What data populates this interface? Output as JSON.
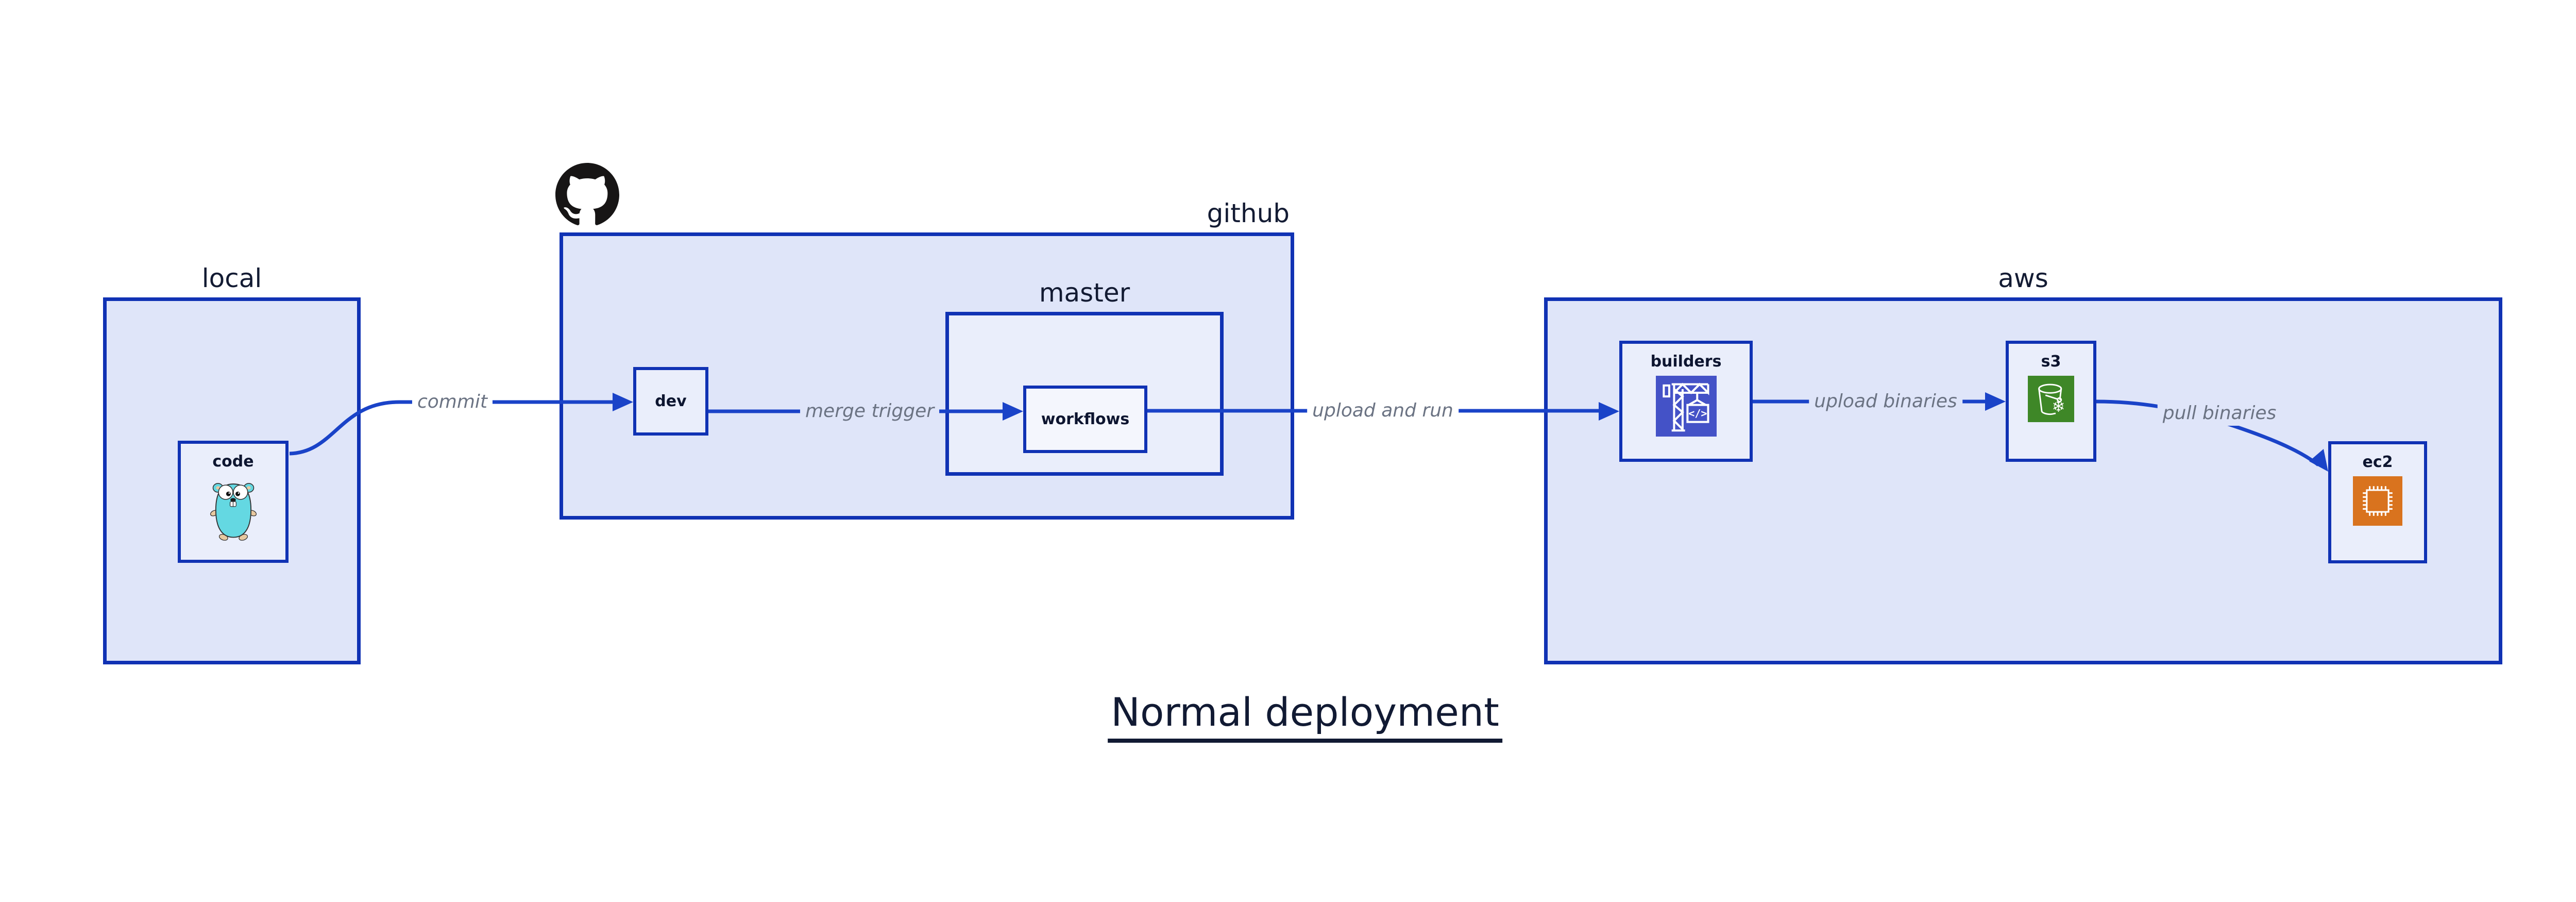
{
  "title": "Normal deployment",
  "containers": {
    "local": {
      "label": "local"
    },
    "github": {
      "label": "github"
    },
    "master": {
      "label": "master"
    },
    "aws": {
      "label": "aws"
    }
  },
  "nodes": {
    "code": {
      "label": "code",
      "icon": "go-gopher-icon"
    },
    "dev": {
      "label": "dev"
    },
    "workflows": {
      "label": "workflows"
    },
    "builders": {
      "label": "builders",
      "icon": "crane-codebuild-icon"
    },
    "s3": {
      "label": "s3",
      "icon": "bucket-snowflake-icon"
    },
    "ec2": {
      "label": "ec2",
      "icon": "cpu-chip-icon"
    }
  },
  "edges": [
    {
      "from": "code",
      "to": "dev",
      "label": "commit"
    },
    {
      "from": "dev",
      "to": "workflows",
      "label": "merge trigger"
    },
    {
      "from": "workflows",
      "to": "builders",
      "label": "upload and run"
    },
    {
      "from": "builders",
      "to": "s3",
      "label": "upload binaries"
    },
    {
      "from": "s3",
      "to": "ec2",
      "label": "pull binaries"
    }
  ],
  "icons": {
    "github": "github-octocat-icon"
  },
  "colors": {
    "border_blue": "#1032b4",
    "arrow_blue": "#1a43c8",
    "container_fill": "#dfe5f9",
    "node_fill": "#eaeefb",
    "nested_node_fill": "#f4f6fd",
    "label_dark": "#0d1530",
    "edge_label_gray": "#6b7383",
    "title_navy": "#111a33",
    "builders_icon_bg": "#4452c7",
    "s3_icon_bg": "#3e8727",
    "ec2_icon_bg": "#d9731e",
    "github_logo": "#171515",
    "gopher_body": "#64d8e2"
  }
}
